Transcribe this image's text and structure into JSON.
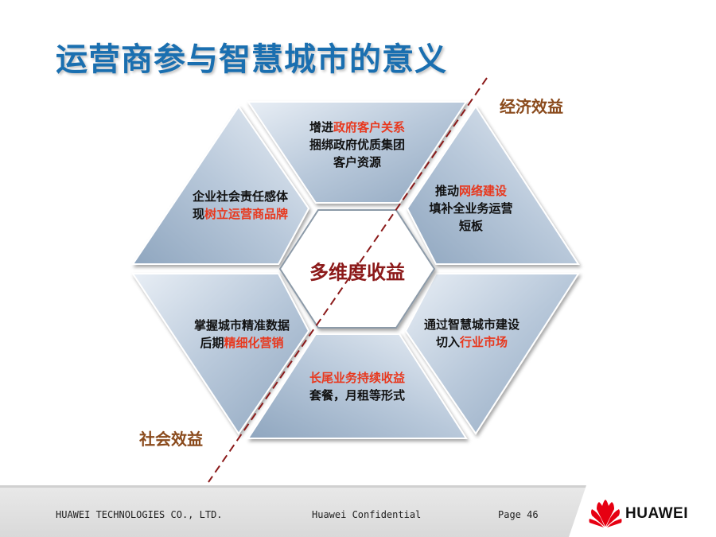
{
  "title": "运营商参与智慧城市的意义",
  "labels": {
    "economic": "经济效益",
    "social": "社会效益"
  },
  "center": "多维度收益",
  "panels": {
    "top": {
      "line1_a": "增进",
      "line1_b": "政府客户关系",
      "line2": "捆绑政府优质集团",
      "line3": "客户资源"
    },
    "upper_right": {
      "line1_a": "推动",
      "line1_b": "网络建设",
      "line2": "填补全业务运营",
      "line3": "短板"
    },
    "lower_right": {
      "line1": "通过智慧城市建设",
      "line2_a": "切入",
      "line2_b": "行业市场"
    },
    "bottom": {
      "line1": "长尾业务持续收益",
      "line2": "套餐，月租等形式"
    },
    "lower_left": {
      "line1": "掌握城市精准数据",
      "line2_a": "后期",
      "line2_b": "精细化营销"
    },
    "upper_left": {
      "line1": "企业社会责任感体",
      "line2_a": "现",
      "line2_b": "树立运营商品牌"
    }
  },
  "footer": {
    "company": "HUAWEI TECHNOLOGIES CO., LTD.",
    "confidential": "Huawei Confidential",
    "page": "Page 46",
    "logo": "HUAWEI"
  },
  "colors": {
    "title": "#1a6fb0",
    "highlight": "#e8381e",
    "center_text": "#8c1a1a",
    "corner_label": "#8a4a1c",
    "divider": "#8b1a1a",
    "logo_red": "#e60012"
  }
}
